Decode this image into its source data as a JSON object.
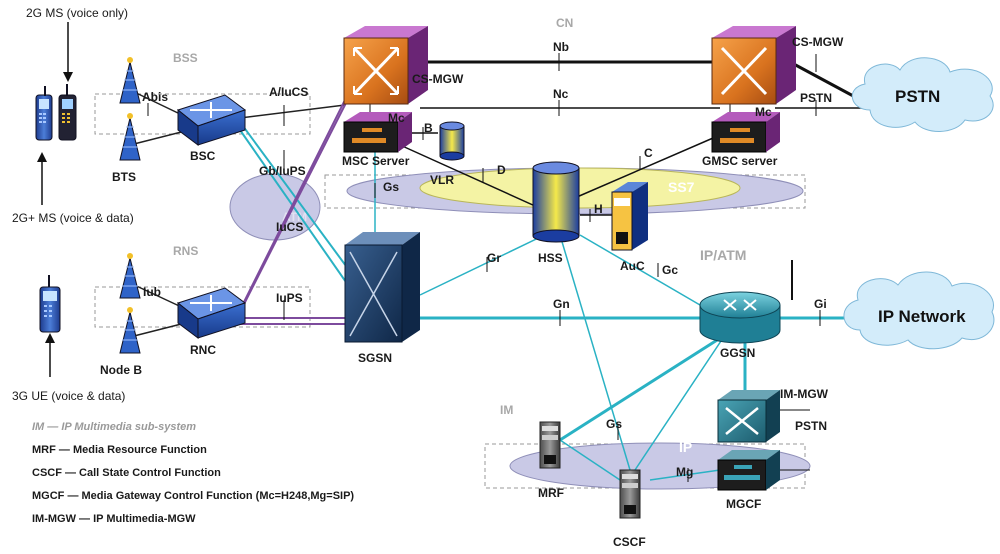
{
  "terminals": {
    "ms_2g": "2G MS (voice only)",
    "ms_2g_plus": "2G+ MS (voice & data)",
    "ue_3g": "3G UE (voice & data)"
  },
  "regions": {
    "bss": "BSS",
    "rns": "RNS",
    "cn": "CN",
    "ss7": "SS7",
    "atm": "ATM",
    "ip_atm": "IP/ATM",
    "im": "IM",
    "ip": "IP"
  },
  "nodes": {
    "bts": "BTS",
    "bsc": "BSC",
    "node_b": "Node B",
    "rnc": "RNC",
    "cs_mgw_1": "CS-MGW",
    "cs_mgw_2": "CS-MGW",
    "msc_server": "MSC Server",
    "gmsc_server": "GMSC server",
    "vlr": "VLR",
    "hss": "HSS",
    "auc": "AuC",
    "sgsn": "SGSN",
    "ggsn": "GGSN",
    "mrf": "MRF",
    "cscf": "CSCF",
    "mgcf": "MGCF",
    "im_mgw": "IM-MGW"
  },
  "clouds": {
    "pstn": "PSTN",
    "ip_network": "IP Network"
  },
  "interfaces": {
    "abis": "Abis",
    "a_iucs": "A/IuCS",
    "gb_iups": "Gb/IuPS",
    "iucs": "IuCS",
    "iub": "Iub",
    "iups": "IuPS",
    "nb": "Nb",
    "nc": "Nc",
    "mc_1": "Mc",
    "mc_2": "Mc",
    "b": "B",
    "c": "C",
    "d": "D",
    "gs_1": "Gs",
    "gs_2": "Gs",
    "gr": "Gr",
    "h": "H",
    "gc": "Gc",
    "gn": "Gn",
    "gi": "Gi",
    "mg": "Mg",
    "pstn_1": "PSTN",
    "pstn_2": "PSTN"
  },
  "legend": [
    "IM — IP Multimedia sub-system",
    "MRF — Media Resource Function",
    "CSCF — Call State Control Function",
    "MGCF — Media Gateway Control Function (Mc=H248,Mg=SIP)",
    "IM-MGW — IP Multimedia-MGW"
  ],
  "colors": {
    "orange_gateway": "#e07a2c",
    "purple_gateway": "#7a2a86",
    "teal_link": "#2ab2c4",
    "purple_link": "#7d4b9d",
    "ss7_yellow": "#f4f3a4",
    "cloud_blue": "#d3ecfa",
    "router_teal": "#3aa3b7",
    "node_blue": "#1e3f9e"
  },
  "icons": [
    "mobile-phone-icon",
    "antenna-icon",
    "switch-icon",
    "media-gateway-icon",
    "server-rack-icon",
    "database-cylinder-icon",
    "router-icon",
    "cloud-icon"
  ]
}
